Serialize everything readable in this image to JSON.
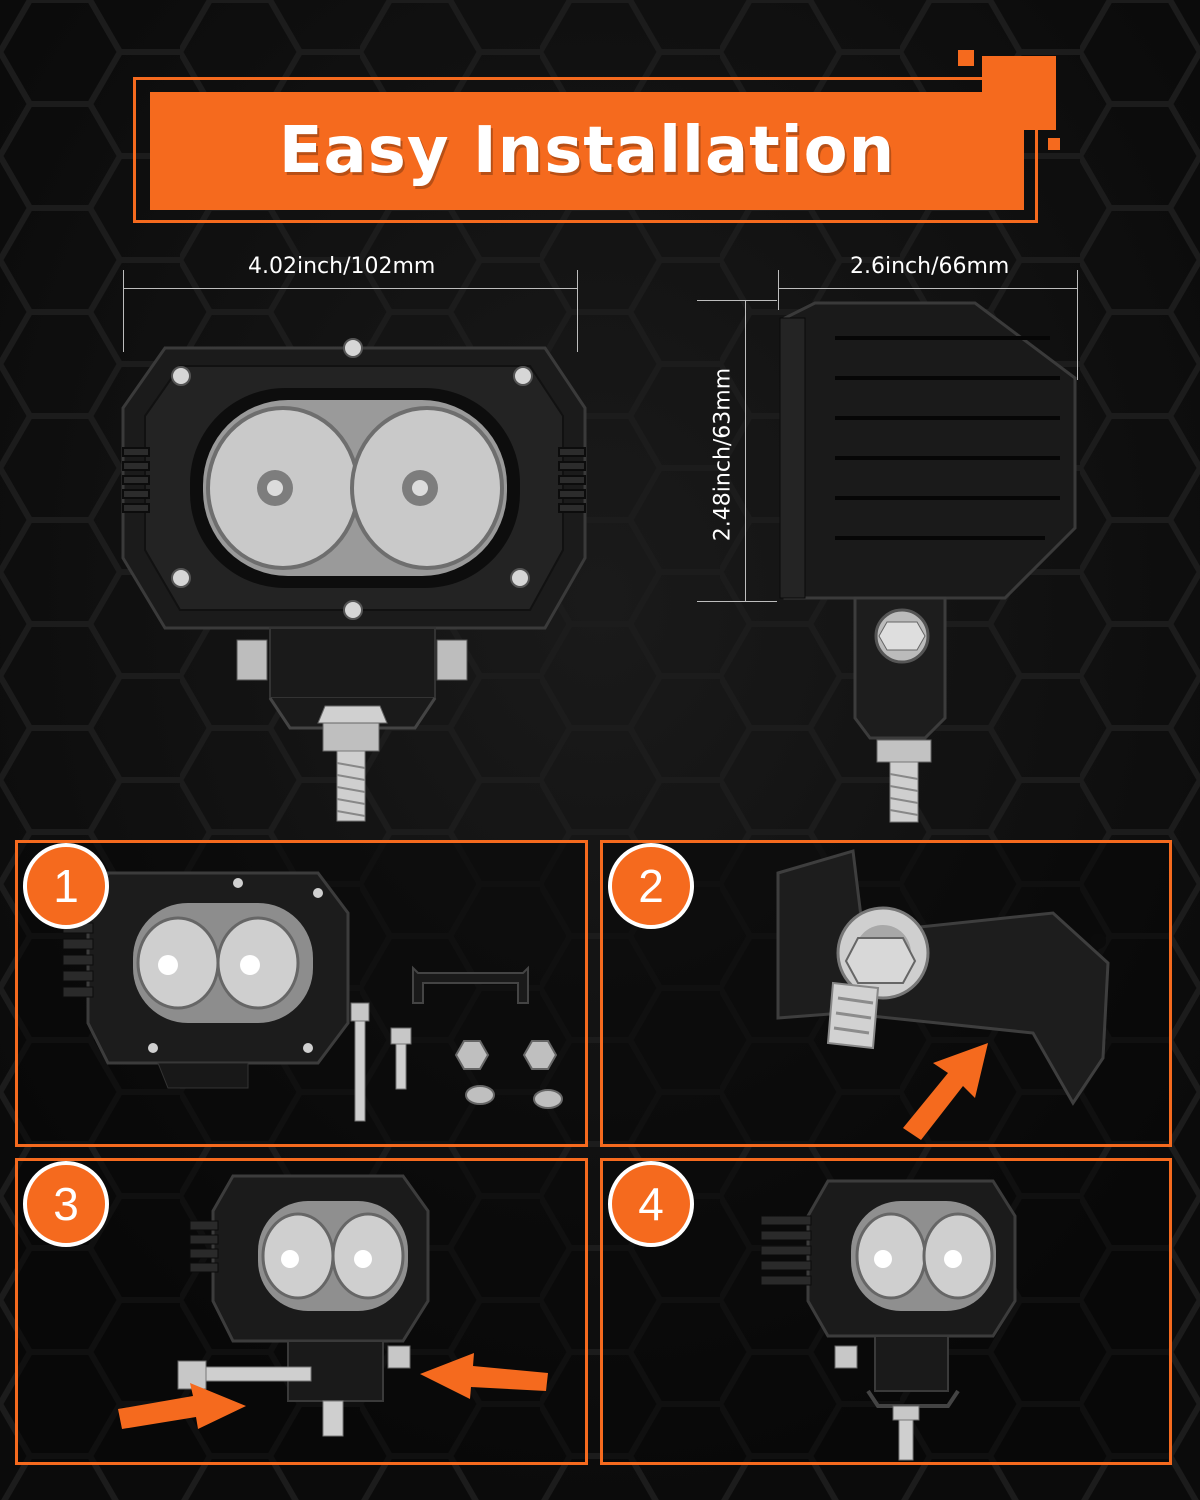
{
  "banner": {
    "title": "Easy Installation"
  },
  "dimensions": {
    "width": "4.02inch/102mm",
    "depth": "2.6inch/66mm",
    "height": "2.48inch/63mm"
  },
  "steps": [
    {
      "number": "1"
    },
    {
      "number": "2"
    },
    {
      "number": "3"
    },
    {
      "number": "4"
    }
  ],
  "colors": {
    "accent": "#f56a1e",
    "background": "#101010",
    "text": "#ffffff"
  }
}
